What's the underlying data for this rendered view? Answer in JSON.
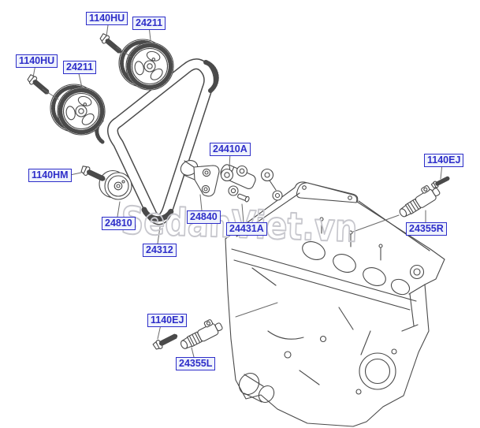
{
  "watermark": {
    "text": "SedanViet.vn",
    "color": "#c7c7cd"
  },
  "theme": {
    "background": "#ffffff",
    "label_text_color": "#2e2ec9",
    "label_border_color": "#2e2ec9",
    "label_background": "#eef2fc",
    "line_color": "#4a4a4a"
  },
  "labels": [
    {
      "part_number": "1140HU"
    },
    {
      "part_number": "24211"
    },
    {
      "part_number": "1140HU"
    },
    {
      "part_number": "24211"
    },
    {
      "part_number": "1140HM"
    },
    {
      "part_number": "24810"
    },
    {
      "part_number": "24312"
    },
    {
      "part_number": "24840"
    },
    {
      "part_number": "24410A"
    },
    {
      "part_number": "24431A"
    },
    {
      "part_number": "1140EJ"
    },
    {
      "part_number": "24355R"
    },
    {
      "part_number": "1140EJ"
    },
    {
      "part_number": "24355L"
    }
  ]
}
